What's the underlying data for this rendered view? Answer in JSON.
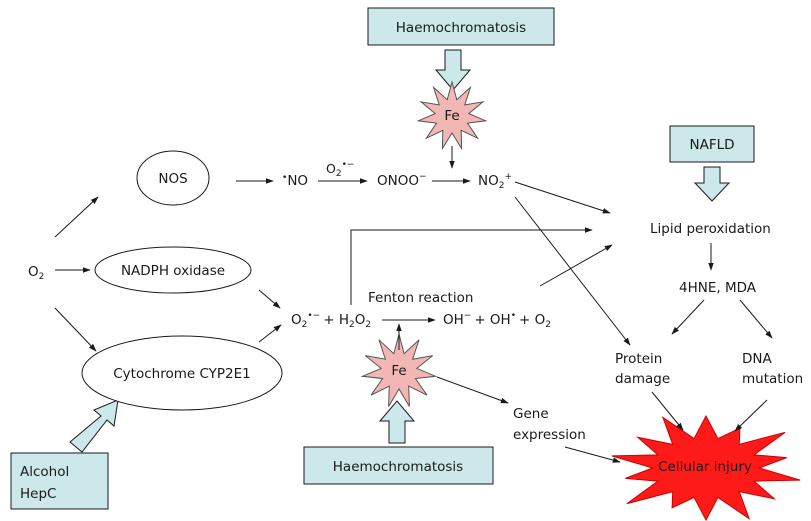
{
  "boxes": {
    "haemo_top": "Haemochromatosis",
    "haemo_bottom": "Haemochromatosis",
    "nafld": "NAFLD",
    "alcohol_line1": "Alcohol",
    "alcohol_line2": "HepC"
  },
  "ellipses": {
    "nos": "NOS",
    "nadph": "NADPH oxidase",
    "cyp": "Cytochrome CYP2E1"
  },
  "bursts": {
    "fe_top": "Fe",
    "fe_mid": "Fe",
    "cellular_injury": "Cellular injury"
  },
  "species": {
    "o2_base": "O",
    "o2_sub": "2",
    "no_pre": "•",
    "no_base": "NO",
    "o2rad_base": "O",
    "o2rad_sub": "2",
    "o2rad_sup": "•−",
    "onoo_base": "ONOO",
    "onoo_sup": "−",
    "no2_base": "NO",
    "no2_sub": "2",
    "no2_sup": "+",
    "react_o2_base": "O",
    "react_o2_sub": "2",
    "react_o2_sup": "•−",
    "plus1": "+ H",
    "h2o2_sub": "2",
    "h2o2_tail": "O",
    "h2o2_sub2": "2",
    "oh_base": "OH",
    "oh_sup": "−",
    "oh2_mid": "+ OH",
    "oh2_sup": "•",
    "o2end": "+ O",
    "o2end_sub": "2"
  },
  "labels": {
    "fenton": "Fenton reaction",
    "lipid": "Lipid peroxidation",
    "hne": "4HNE, MDA",
    "protein_1": "Protein",
    "protein_2": "damage",
    "dna_1": "DNA",
    "dna_2": "mutation",
    "gene_1": "Gene",
    "gene_2": "expression"
  },
  "colors": {
    "box_fill": "#cce8ea",
    "arrow_fill": "#cce8ea",
    "fe_fill": "#f2b7b4",
    "injury_fill": "#ff1a1a",
    "stroke": "#1a1a1a"
  }
}
